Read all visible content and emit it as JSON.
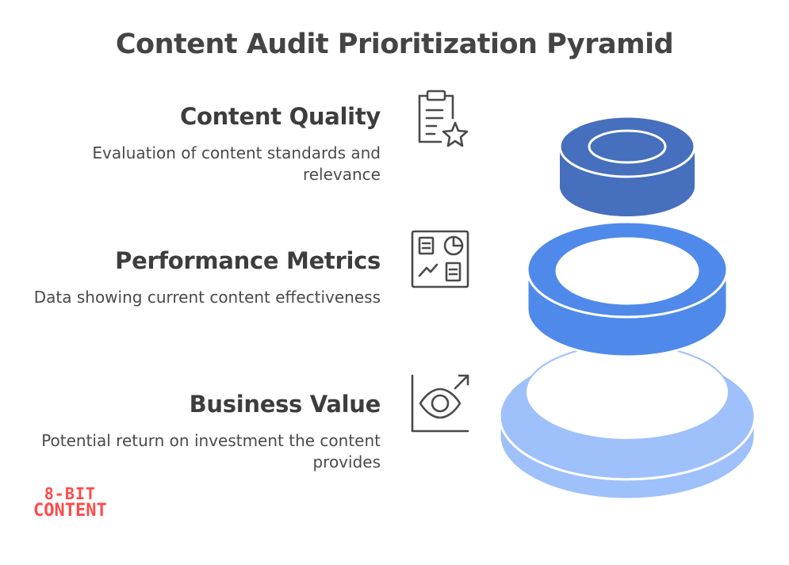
{
  "title": "Content Audit Prioritization Pyramid",
  "levels": [
    {
      "heading": "Content Quality",
      "description": "Evaluation of content standards and relevance",
      "icon": "clipboard-star-icon",
      "color": "#466fbd"
    },
    {
      "heading": "Performance Metrics",
      "description": "Data showing current content effectiveness",
      "icon": "dashboard-icon",
      "color": "#4f8aea"
    },
    {
      "heading": "Business Value",
      "description": "Potential return on investment the content provides",
      "icon": "eye-growth-icon",
      "color": "#9ec0fb"
    }
  ],
  "logo": {
    "line1": "8-BIT",
    "line2": "CONTENT"
  },
  "colors": {
    "ring_top": "#466fbd",
    "ring_middle": "#4f8aea",
    "ring_bottom": "#9ec0fb",
    "icon_stroke": "#4a4a4a",
    "logo": "#ff4a4a"
  }
}
